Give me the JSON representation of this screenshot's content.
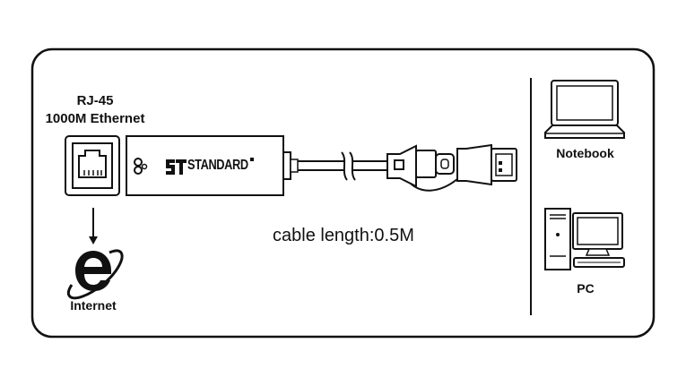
{
  "left_panel": {
    "port_title": "RJ-45",
    "port_subtitle": "1000M Ethernet",
    "internet_label": "Internet"
  },
  "adapter": {
    "brand": "STANDARD"
  },
  "cable": {
    "length_text": "cable length:0.5M"
  },
  "devices": {
    "notebook_label": "Notebook",
    "pc_label": "PC"
  },
  "colors": {
    "stroke": "#111111",
    "background": "#ffffff"
  },
  "icons": [
    "ethernet-port-icon",
    "arrow-down-icon",
    "internet-explorer-icon",
    "standard-logo-icon",
    "usb-c-plug-icon",
    "usb-a-plug-icon",
    "laptop-icon",
    "desktop-pc-icon"
  ]
}
